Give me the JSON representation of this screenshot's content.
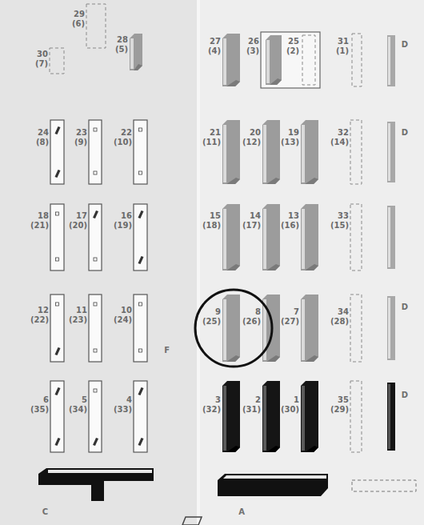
{
  "diagram": {
    "labels": [
      "30",
      "(7)",
      "29",
      "(6)",
      "28",
      "(5)",
      "27",
      "(4)",
      "26",
      "(3)",
      "25",
      "(2)",
      "31",
      "(1)",
      "D",
      "24",
      "(8)",
      "23",
      "(9)",
      "22",
      "(10)",
      "21",
      "(11)",
      "20",
      "(12)",
      "19",
      "(13)",
      "32",
      "(14)",
      "D",
      "18",
      "(21)",
      "17",
      "(20)",
      "16",
      "(19)",
      "15",
      "(18)",
      "14",
      "(17)",
      "13",
      "(16)",
      "33",
      "(15)",
      "12",
      "(22)",
      "11",
      "(23)",
      "10",
      "(24)",
      "F",
      "9",
      "(25)",
      "8",
      "(26)",
      "7",
      "(27)",
      "34",
      "(28)",
      "D",
      "6",
      "(35)",
      "5",
      "(34)",
      "4",
      "(33)",
      "3",
      "(32)",
      "2",
      "(31)",
      "1",
      "(30)",
      "35",
      "(29)",
      "D",
      "C",
      "A"
    ]
  }
}
